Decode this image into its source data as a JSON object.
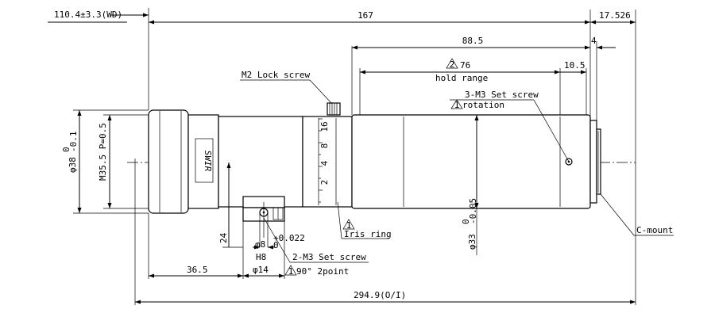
{
  "dimensions": {
    "working_distance": "110.4±3.3(WD)",
    "total_length": "167",
    "flange_extension": "17.526",
    "body_to_mount": "88.5",
    "mount_width": "4",
    "hold_range_value": "76",
    "hold_range_label": "hold range",
    "right_offset": "10.5",
    "front_thread": "M35.5 P=0.5",
    "front_diameter": "φ38",
    "front_diameter_tol_upper": "0",
    "front_diameter_tol_lower": "-0.1",
    "rear_diameter": "φ33",
    "rear_diameter_tol_upper": "0",
    "rear_diameter_tol_lower": "-0.05",
    "mount_height": "24",
    "pin_diameter": "φ8",
    "pin_tol_upper": "+0.022",
    "pin_tol_lower": "0",
    "pin_fit": "H8",
    "bracket_width": "φ14",
    "bracket_offset": "36.5",
    "overall_length": "294.9(O/I)"
  },
  "callouts": {
    "lock_screw": "M2 Lock screw",
    "set_screw_rotation_title": "3-M3 Set screw",
    "set_screw_rotation_note": "rotation",
    "iris_ring": "Iris ring",
    "set_screw_2point_title": "2-M3 Set screw",
    "set_screw_2point_note": "90° 2point",
    "c_mount": "C-mount",
    "brand_label": "SWIR"
  },
  "note_markers": {
    "marker_1": "1",
    "marker_2": "2"
  },
  "iris_scale": [
    "16",
    "8",
    "4",
    "2"
  ]
}
